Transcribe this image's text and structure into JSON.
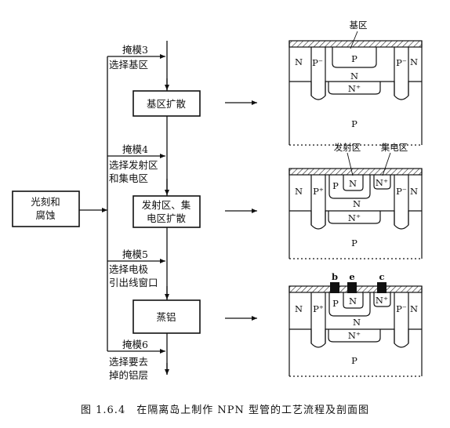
{
  "flow": {
    "left_box": [
      "光刻和",
      "腐蚀"
    ],
    "mask3": "掩模3",
    "mask3_note": [
      "选择基区"
    ],
    "box1": [
      "基区扩散"
    ],
    "mask4": "掩模4",
    "mask4_note": [
      "选择发射区",
      "和集电区"
    ],
    "box2": [
      "发射区、集",
      "电区扩散"
    ],
    "mask5": "掩模5",
    "mask5_note": [
      "选择电极",
      "引出线窗口"
    ],
    "box3": [
      "蒸铝"
    ],
    "mask6": "掩模6",
    "mask6_note": [
      "选择要去",
      "掉的铝层"
    ]
  },
  "sections": {
    "s1": {
      "callout": "基区",
      "N_left": "N",
      "P_minus_left": "P⁻",
      "P_minus_right": "P⁻",
      "N_right": "N",
      "base_P": "P",
      "N_mid": "N",
      "N_buried": "N⁺",
      "substrate": "P"
    },
    "s2": {
      "callout_emitter": "发射区",
      "callout_collector": "集电区",
      "N_left": "N",
      "P_plus_left": "P⁺",
      "P_minus_right": "P⁻",
      "N_right": "N",
      "base_P": "P",
      "emitter_N": "N",
      "collector_N": "N⁺",
      "N_mid": "N",
      "N_buried": "N⁺",
      "substrate": "P"
    },
    "s3": {
      "elec_b": "b",
      "elec_e": "e",
      "elec_c": "c",
      "N_left": "N",
      "P_plus_left": "P⁺",
      "P_minus_right": "P⁻",
      "N_right": "N",
      "base_P": "P",
      "emitter_N": "N",
      "collector_N": "N⁺",
      "N_mid": "N",
      "N_buried": "N⁺",
      "substrate": "P"
    }
  },
  "caption": "图 1.6.4　在隔离岛上制作 NPN 型管的工艺流程及剖面图"
}
